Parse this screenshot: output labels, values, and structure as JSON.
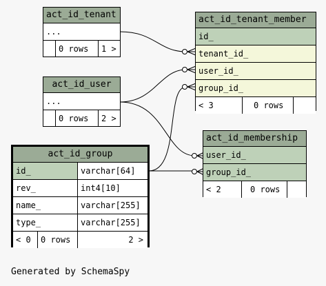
{
  "tables": {
    "tenant": {
      "name": "act_id_tenant",
      "columns": [
        {
          "name": "..."
        }
      ],
      "footer": {
        "rows": "0 rows",
        "children": "1 >"
      }
    },
    "user": {
      "name": "act_id_user",
      "columns": [
        {
          "name": "..."
        }
      ],
      "footer": {
        "rows": "0 rows",
        "children": "2 >"
      }
    },
    "tenant_member": {
      "name": "act_id_tenant_member",
      "columns": [
        {
          "name": "id_"
        },
        {
          "name": "tenant_id_"
        },
        {
          "name": "user_id_"
        },
        {
          "name": "group_id_"
        }
      ],
      "footer": {
        "parents": "< 3",
        "rows": "0 rows"
      }
    },
    "membership": {
      "name": "act_id_membership",
      "columns": [
        {
          "name": "user_id_"
        },
        {
          "name": "group_id_"
        }
      ],
      "footer": {
        "parents": "< 2",
        "rows": "0 rows"
      }
    },
    "group": {
      "name": "act_id_group",
      "columns": [
        {
          "name": "id_",
          "type": "varchar[64]"
        },
        {
          "name": "rev_",
          "type": "int4[10]"
        },
        {
          "name": "name_",
          "type": "varchar[255]"
        },
        {
          "name": "type_",
          "type": "varchar[255]"
        }
      ],
      "footer": {
        "parents": "< 0",
        "rows": "0 rows",
        "children": "2 >"
      }
    }
  },
  "footer_text": "Generated by SchemaSpy",
  "colors": {
    "header": "#9bab96",
    "pk": "#bed1b8",
    "fk": "#f4f7da",
    "background": "#f7f7f7"
  }
}
